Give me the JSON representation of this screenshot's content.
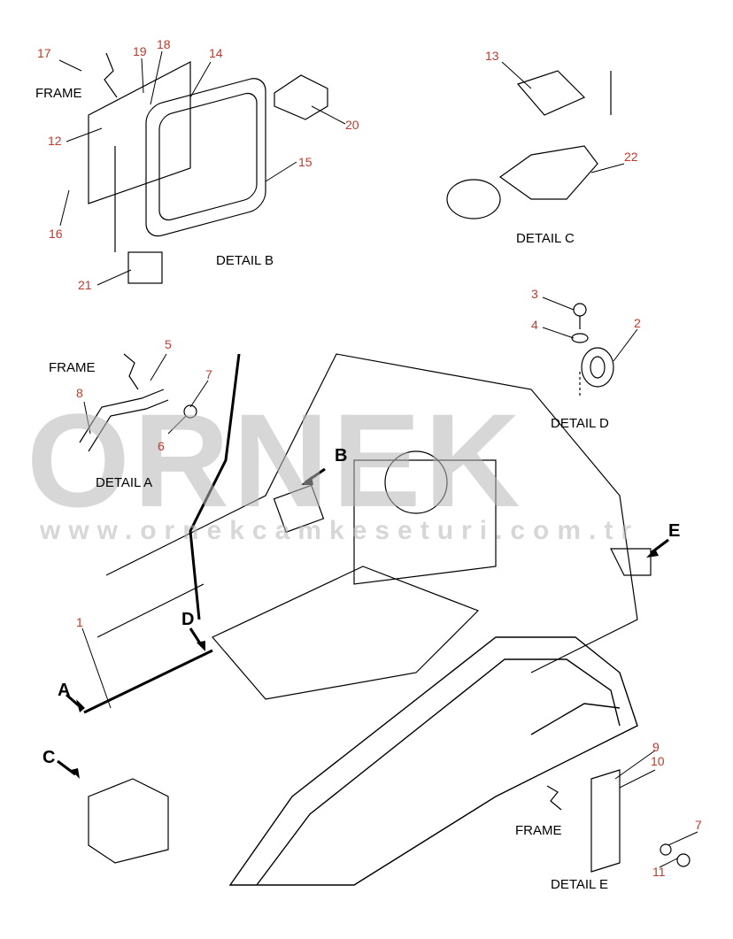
{
  "watermark": {
    "brand": "ORNEK",
    "url": "www.ornekcamkeseturi.com.tr"
  },
  "details": {
    "a": "DETAIL A",
    "b": "DETAIL B",
    "c": "DETAIL C",
    "d": "DETAIL D",
    "e": "DETAIL E"
  },
  "frame_label": "FRAME",
  "view_letters": [
    "A",
    "B",
    "C",
    "D",
    "E"
  ],
  "callouts": [
    "1",
    "2",
    "3",
    "4",
    "5",
    "6",
    "7",
    "8",
    "9",
    "10",
    "11",
    "12",
    "13",
    "14",
    "15",
    "16",
    "17",
    "18",
    "19",
    "20",
    "21",
    "22"
  ],
  "colors": {
    "callout": "#c0392b",
    "line": "#000000",
    "watermark": "#b8b8b8"
  }
}
